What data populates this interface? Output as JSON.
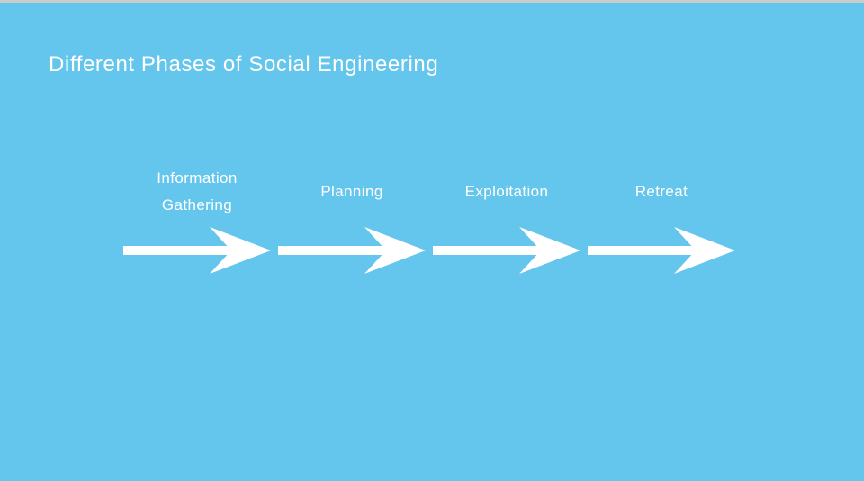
{
  "slide": {
    "title": "Different Phases of Social Engineering",
    "background_color": "#64C6EC",
    "top_strip_color": "#C8CCCC",
    "text_color": "#FFFFFF",
    "arrow_color": "#FFFFFF"
  },
  "phases": [
    {
      "name": "information-gathering",
      "lines": [
        "Information",
        "Gathering"
      ]
    },
    {
      "name": "planning",
      "lines": [
        "Planning"
      ]
    },
    {
      "name": "exploitation",
      "lines": [
        "Exploitation"
      ]
    },
    {
      "name": "retreat",
      "lines": [
        "Retreat"
      ]
    }
  ]
}
